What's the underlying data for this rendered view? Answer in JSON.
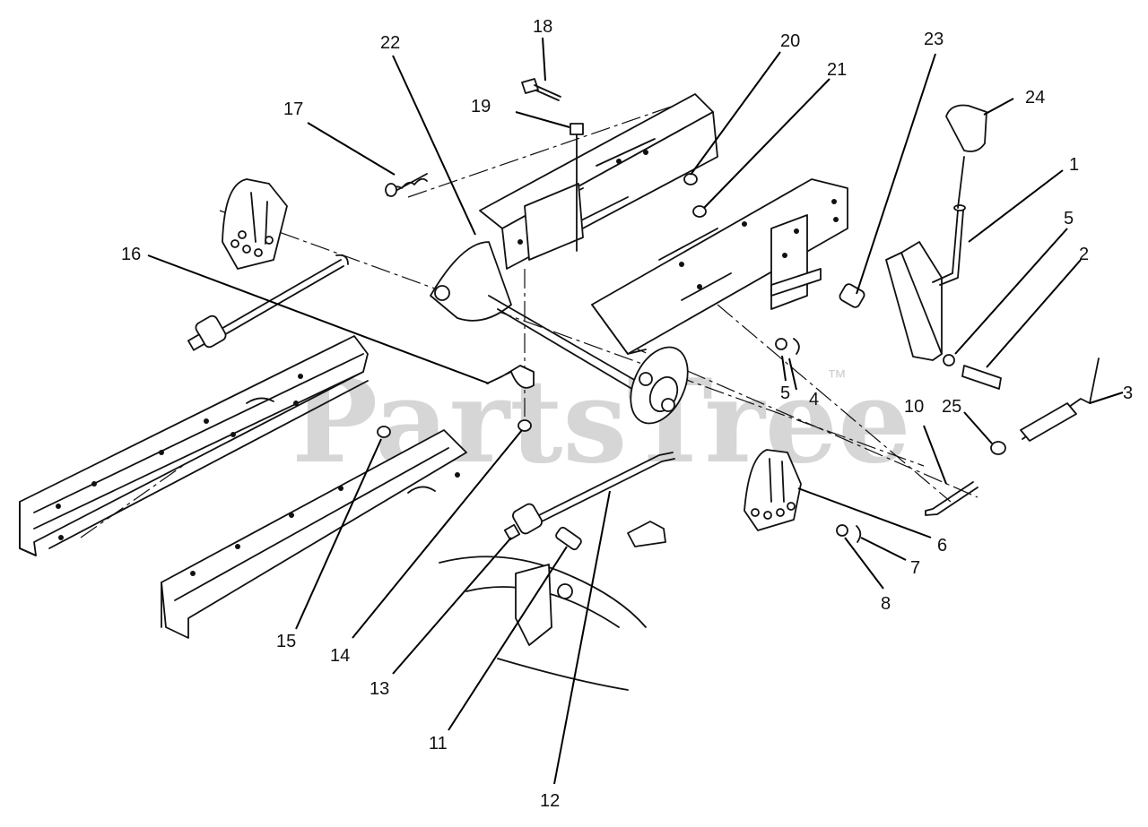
{
  "watermark": {
    "text": "PartsTree",
    "trademark": "™",
    "color": "#cfcfcf"
  },
  "callouts": [
    "1",
    "2",
    "3",
    "4",
    "5",
    "5",
    "6",
    "7",
    "8",
    "10",
    "11",
    "12",
    "13",
    "14",
    "15",
    "16",
    "17",
    "18",
    "19",
    "20",
    "21",
    "22",
    "23",
    "24",
    "25"
  ]
}
